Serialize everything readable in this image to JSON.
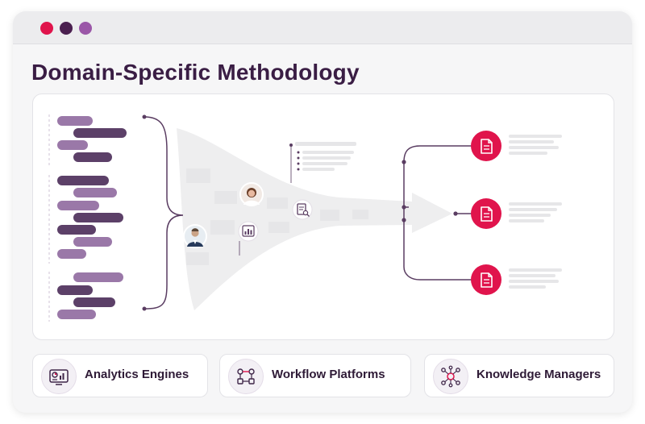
{
  "window": {
    "dots": [
      {
        "name": "close",
        "color": "#e0144c"
      },
      {
        "name": "minimize",
        "color": "#4a1f4f"
      },
      {
        "name": "maximize",
        "color": "#9b57a8"
      }
    ]
  },
  "page": {
    "title": "Domain-Specific Methodology"
  },
  "diagram": {
    "colors": {
      "dark_purple": "#5c4068",
      "light_purple": "#9a78a8",
      "accent": "#e0144c",
      "line": "#5a3d62",
      "funnel": "#eeeeef",
      "placeholder": "#e6e6e8"
    },
    "source_groups": 3,
    "output_documents": 3,
    "icons": {
      "people": [
        "person-avatar-woman",
        "person-avatar-man"
      ],
      "tools": [
        "document-search-icon",
        "analytics-report-icon"
      ],
      "outputs": "document-icon"
    }
  },
  "cards": [
    {
      "label": "Analytics Engines",
      "icon": "analytics-dashboard-icon"
    },
    {
      "label": "Workflow Platforms",
      "icon": "workflow-icon"
    },
    {
      "label": "Knowledge Managers",
      "icon": "knowledge-network-icon"
    }
  ]
}
